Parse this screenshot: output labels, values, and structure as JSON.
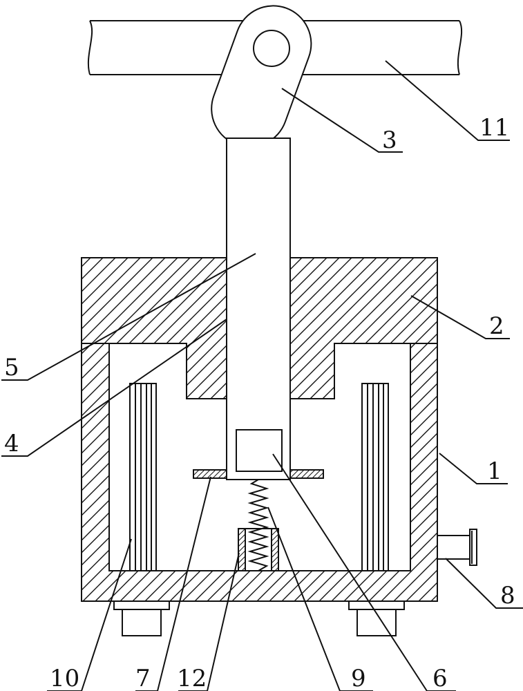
{
  "labels": {
    "l1": "1",
    "l2": "2",
    "l3": "3",
    "l4": "4",
    "l5": "5",
    "l6": "6",
    "l7": "7",
    "l8": "8",
    "l9": "9",
    "l10": "10",
    "l11": "11",
    "l12": "12"
  },
  "colors": {
    "stroke": "#111111",
    "background": "#ffffff"
  }
}
